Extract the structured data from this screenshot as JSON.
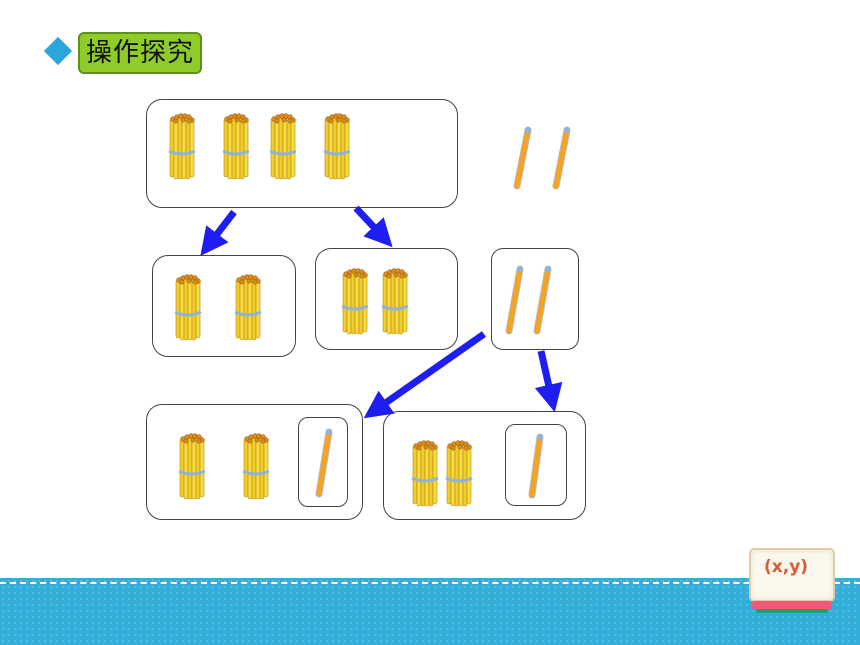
{
  "header": {
    "title": "操作探究",
    "bullet_icon": "diamond-icon"
  },
  "colors": {
    "title_bg": "#8fcc2a",
    "arrow": "#1e1ef0",
    "stick": "#f5a320",
    "bundle": "#f2cd2a",
    "footer": "#33aed9"
  },
  "logo": {
    "text": "(x,y)"
  },
  "diagram": {
    "total": {
      "bundles": 4,
      "single_sticks": 2
    },
    "split_tens": [
      {
        "bundles": 2
      },
      {
        "bundles": 2
      }
    ],
    "split_ones": {
      "single_sticks": 2
    },
    "results": [
      {
        "bundles": 2,
        "single_sticks": 1
      },
      {
        "bundles": 2,
        "single_sticks": 1
      }
    ]
  }
}
